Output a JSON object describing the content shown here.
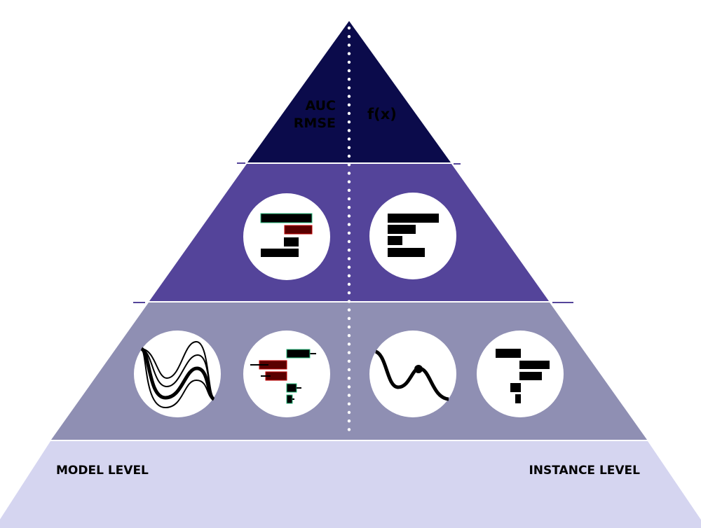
{
  "diagram": {
    "title": "",
    "colors": {
      "tier1": "#0b0b4b",
      "tier2": "#54449a",
      "tier3": "#8f8fb3",
      "tier4": "#d5d5f0",
      "separator": "#ffffff",
      "circle": "#ffffff",
      "bar_dark": "#000000",
      "bar_negative": "#5a0000",
      "bar_negative_edge": "#c00000",
      "bar_positive_edge": "#2bbf7f",
      "dot_line": "#ffffff"
    },
    "tiers": [
      {
        "name": "top",
        "left_text": [
          "AUC",
          "RMSE"
        ],
        "right_text": "f(x)"
      },
      {
        "name": "second",
        "left_icon": "waterfall-breakdown-icon",
        "right_icon": "feature-importance-bars-icon"
      },
      {
        "name": "third",
        "icons": [
          "partial-dependence-profiles-icon",
          "shap-contribution-boxplot-icon",
          "ceteris-paribus-profile-icon",
          "break-down-attribution-icon"
        ]
      },
      {
        "name": "bottom",
        "left_label": "MODEL LEVEL",
        "right_label": "INSTANCE LEVEL"
      }
    ]
  }
}
